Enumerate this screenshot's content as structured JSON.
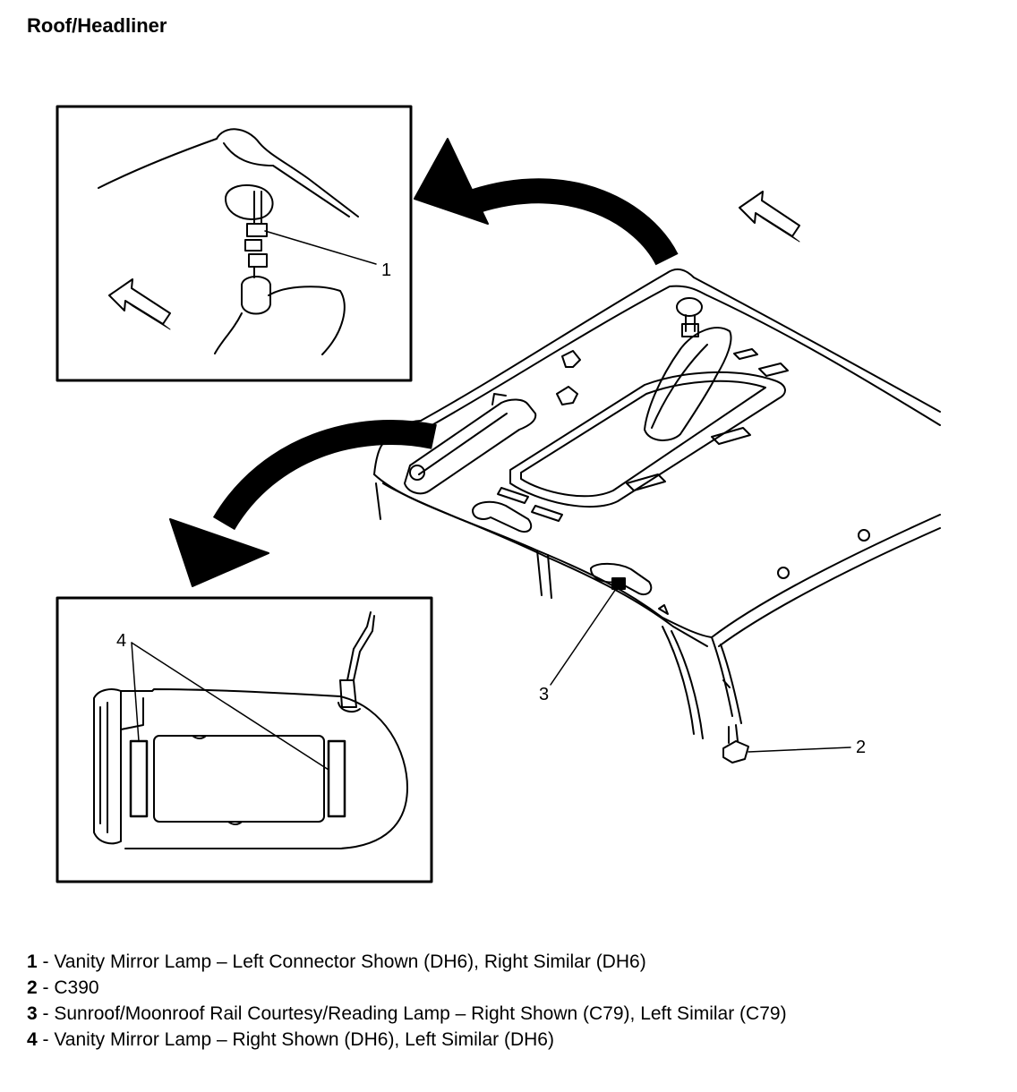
{
  "title": "Roof/Headliner",
  "callouts": [
    "1",
    "2",
    "3",
    "4"
  ],
  "legend": [
    {
      "num": "1",
      "sep": " - ",
      "text": "Vanity Mirror Lamp – Left Connector Shown (DH6), Right Similar (DH6)"
    },
    {
      "num": "2",
      "sep": " - ",
      "text": "C390"
    },
    {
      "num": "3",
      "sep": " - ",
      "text": "Sunroof/Moonroof Rail Courtesy/Reading Lamp – Right Shown (C79), Left Similar (C79)"
    },
    {
      "num": "4",
      "sep": " - ",
      "text": "Vanity Mirror Lamp – Right Shown (DH6), Left Similar (DH6)"
    }
  ]
}
